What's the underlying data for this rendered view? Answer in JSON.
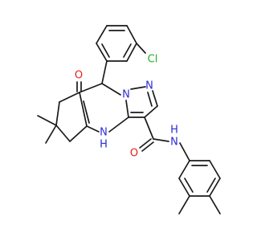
{
  "diagram": {
    "type": "chemical-structure",
    "atom_labels": {
      "chlorine": "Cl",
      "ketone_oxygen": "O",
      "amide_oxygen": "O",
      "pyrazole_n1": "N",
      "pyrazole_n2": "N",
      "ring_nh": "N",
      "ring_nh_h": "H",
      "amide_nh": "N",
      "amide_nh_h": "H"
    },
    "colors": {
      "bond": "#1a1a1a",
      "nitrogen": "#2b2bd6",
      "oxygen": "#e8201c",
      "chlorine": "#20b020"
    }
  }
}
